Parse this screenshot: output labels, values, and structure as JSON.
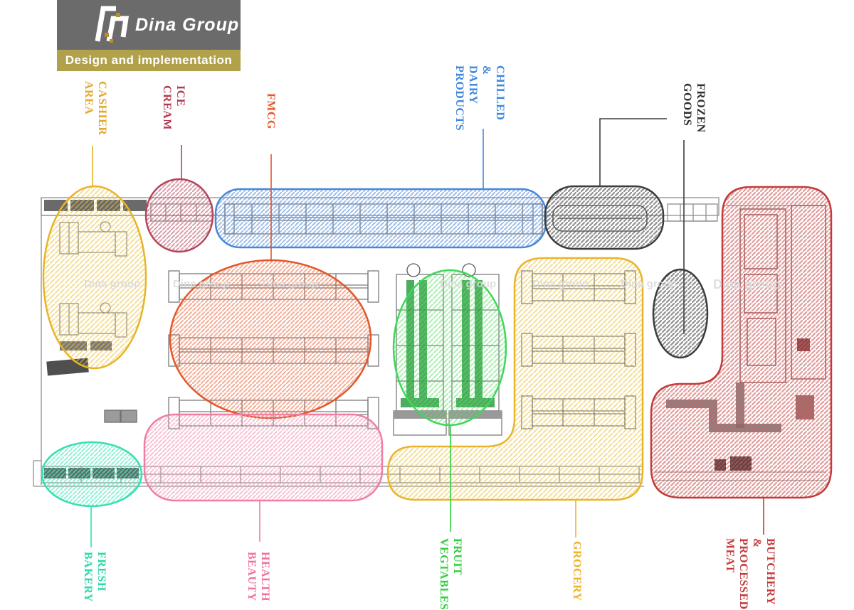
{
  "brand": {
    "name": "Dina Group",
    "tagline": "Design and implementation",
    "bar_color": "#b1a14b",
    "box_color": "#6b6b6b"
  },
  "watermark": {
    "text": "Dina group"
  },
  "zones": {
    "cashier_area": {
      "label": "CASHIER\nAREA",
      "color": "#E8B427"
    },
    "ice_cream": {
      "label": "ICE\nCREAM",
      "color": "#B5455C"
    },
    "fmcg": {
      "label": "FMCG",
      "color": "#E2572B"
    },
    "chilled_dairy": {
      "label": "CHILLED\n&\nDAIRY\nPRODUCTS",
      "color": "#4B87D8"
    },
    "frozen_goods": {
      "label": "FROZEN\nGOODS",
      "color": "#3D3D3D"
    },
    "fresh_bakery": {
      "label": "FRESH\nBAKERY",
      "color": "#35DFB2"
    },
    "health_beauty": {
      "label": "HEALTH\nBEAUTY",
      "color": "#F07EA0"
    },
    "fruit_veg": {
      "label": "FRUIT\nVEGTABLES",
      "color": "#30CE3E"
    },
    "grocery": {
      "label": "GROCERY",
      "color": "#E9B52B"
    },
    "butchery": {
      "label": "BUTCHERY\n&\nPROCESSED\nMEAT",
      "color": "#C23B3B"
    }
  }
}
